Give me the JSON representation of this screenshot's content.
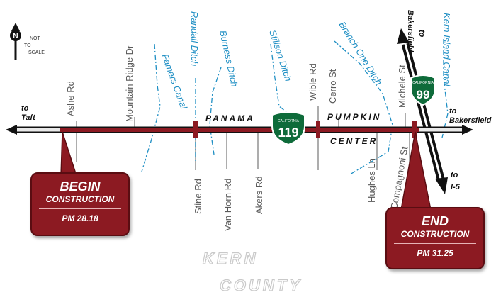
{
  "north": {
    "letter": "N",
    "scale_note_1": "NOT",
    "scale_note_2": "TO",
    "scale_note_3": "SCALE"
  },
  "destinations": {
    "taft_to": "to",
    "taft": "Taft",
    "bakersfield_east_to": "to",
    "bakersfield_east": "Bakersfield",
    "bakersfield_north_to": "to",
    "bakersfield_north": "Bakersfield",
    "i5_to": "to",
    "i5": "I-5"
  },
  "roads_north": [
    "Ashe Rd",
    "Mountain Ridge Dr",
    "Wible Rd",
    "Cerro St",
    "Michele St"
  ],
  "roads_south": [
    "Stine Rd",
    "Van Horn Rd",
    "Akers Rd",
    "Hughes Ln",
    "Compagnoni St"
  ],
  "canals": [
    "Famers Canal",
    "Randall Ditch",
    "Burness Ditch",
    "Stillson Ditch",
    "Branch One Ditch",
    "Kern Island Canal"
  ],
  "places": {
    "panama": "PANAMA",
    "pumpkin": "PUMPKIN",
    "center": "CENTER",
    "county_1": "KERN",
    "county_2": "COUNTY"
  },
  "shields": {
    "sr119_state": "CALIFORNIA",
    "sr119_num": "119",
    "sr99_state": "CALIFORNIA",
    "sr99_num": "99"
  },
  "begin": {
    "title": "BEGIN",
    "subtitle": "CONSTRUCTION",
    "pm": "PM 28.18"
  },
  "end": {
    "title": "END",
    "subtitle": "CONSTRUCTION",
    "pm": "PM 31.25"
  },
  "colors": {
    "project": "#8c1a22",
    "canal": "#1f8fc4",
    "road": "#8a8a8a",
    "shield": "#0e6b3a"
  }
}
